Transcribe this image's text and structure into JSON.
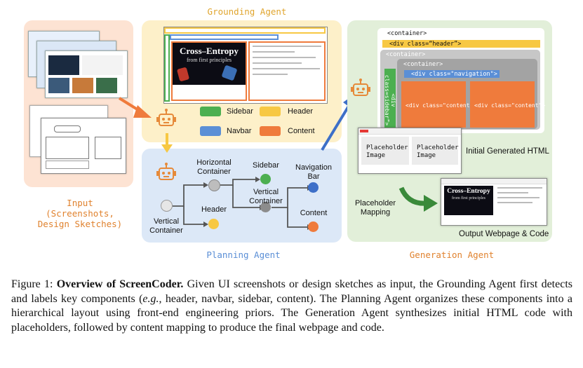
{
  "panels": {
    "input_title_lines": [
      "Input",
      "(Screenshots,",
      "Design Sketches)"
    ],
    "grounding_title": "Grounding Agent",
    "planning_title": "Planning Agent",
    "generation_title": "Generation Agent"
  },
  "legend": [
    {
      "label": "Sidebar",
      "color": "#4caf50"
    },
    {
      "label": "Header",
      "color": "#f7c843"
    },
    {
      "label": "Navbar",
      "color": "#5b8fd6"
    },
    {
      "label": "Content",
      "color": "#ef7b3c"
    }
  ],
  "tree": {
    "vertical_container": [
      "Vertical",
      "Container"
    ],
    "horizontal_container": [
      "Horizontal",
      "Container"
    ],
    "header": "Header",
    "sidebar": "Sidebar",
    "vertical_container_2": [
      "Vertical",
      "Container"
    ],
    "navigation_bar": [
      "Navigation",
      "Bar"
    ],
    "content": "Content"
  },
  "html_layout": {
    "outer_container": "<container>",
    "header_div": "<div class=“header”>",
    "container2": "<container>",
    "sidebar_div": "<div class=sidebar”>",
    "container3": "<container>",
    "navigation_div": "<div class=\"navigation\">",
    "content_div_1": "<div class=\"content\">",
    "content_div_2": "<div class=\"content\">"
  },
  "generation": {
    "initial_label": "Initial Generated HTML",
    "placeholder_1": [
      "Placeholder",
      "Image"
    ],
    "placeholder_2": [
      "Placeholder",
      "Image"
    ],
    "mapping_label": [
      "Placeholder",
      "Mapping"
    ],
    "output_label": "Output Webpage & Code"
  },
  "thumbnail": {
    "title_line_1": "Cross–Entropy",
    "title_line_2": "from first principles"
  },
  "caption": {
    "fig": "Figure 1: ",
    "bold": "Overview of ScreenCoder.",
    "text_1": " Given UI screenshots or design sketches as input, the Grounding Agent first detects and labels key components (",
    "eg": "e.g.",
    "text_2": ", header, navbar, sidebar, content). The Planning Agent organizes these components into a hierarchical layout using front-end engineering priors. The Generation Agent synthesizes initial HTML code with placeholders, followed by content mapping to produce the final webpage and code."
  },
  "colors": {
    "input_bg": "#fde3d3",
    "grounding_bg": "#fdf0c9",
    "planning_bg": "#dce8f7",
    "generation_bg": "#e2efd9",
    "robot": "#e68a3a",
    "orange": "#ef7b3c",
    "green": "#4caf50",
    "blue": "#5b8fd6",
    "yellow": "#f7c843"
  }
}
